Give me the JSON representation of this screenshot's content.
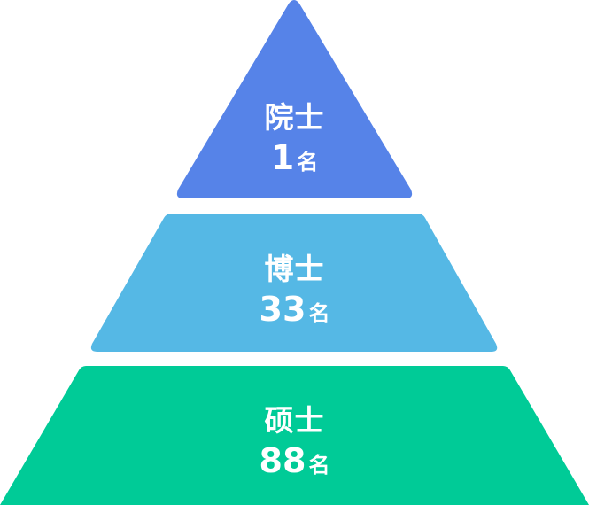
{
  "tiers": [
    {
      "title": "院士",
      "count": "1",
      "unit": "名",
      "color": "#5683E8"
    },
    {
      "title": "博士",
      "count": "33",
      "unit": "名",
      "color": "#55B8E5"
    },
    {
      "title": "硕士",
      "count": "88",
      "unit": "名",
      "color": "#00CB97"
    }
  ]
}
